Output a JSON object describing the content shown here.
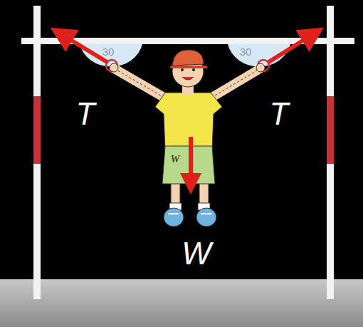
{
  "diagram": {
    "labels": [
      "30",
      "30",
      "T",
      "T",
      "W",
      "W"
    ]
  }
}
